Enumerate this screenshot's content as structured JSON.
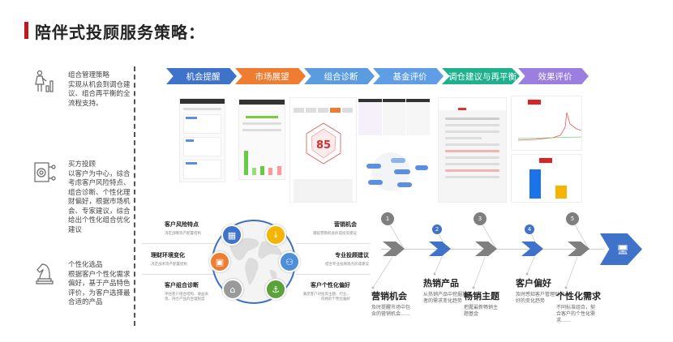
{
  "title": "陪伴式投顾服务策略：",
  "colors": {
    "accent": "#c8161d",
    "blue": "#3f72c9",
    "orange": "#ee7d31",
    "gray": "#7f7f7f"
  },
  "left_items": [
    {
      "icon": "presenter-chart-icon",
      "heading": "组合管理策略",
      "text": "实现从机会到调仓建议、组合再平衡的全流程支持。"
    },
    {
      "icon": "target-document-icon",
      "heading": "买方投顾",
      "text": "以客户为中心，综合考虑客户风险特点、组合诊断、个性化理财偏好，根据市场机会、专家建议，综合给出个性化组合优化建议"
    },
    {
      "icon": "chess-knight-icon",
      "heading": "个性化选品",
      "text": "根据客户个性化需求偏好，基于产品特色评价，为客户选择最合适的产品"
    }
  ],
  "process": [
    {
      "label": "机会提醒",
      "color": "#3f72c9"
    },
    {
      "label": "市场展望",
      "color": "#ee7d31"
    },
    {
      "label": "组合诊断",
      "color": "#5b9be0"
    },
    {
      "label": "基金评价",
      "color": "#5f9ee6"
    },
    {
      "label": "调仓建议与再平衡",
      "color": "#1fb18c"
    },
    {
      "label": "效果评价",
      "color": "#9b7fe0"
    }
  ],
  "thumbs": {
    "score": "85"
  },
  "ring": {
    "left": [
      {
        "label": "客户风险特点",
        "desc": "决定战略资产配置结构"
      },
      {
        "label": "理财环境变化",
        "desc": "决定战术资产配置结构"
      },
      {
        "label": "客户组合诊断",
        "desc": "评估客户组合结构、收益表现、持仓产品的合理程度"
      }
    ],
    "right": [
      {
        "label": "营销机会",
        "desc": "捕捉营销机会形成投资建议"
      },
      {
        "label": "专业投顾建议",
        "desc": "结合专业投顾观点形成建议"
      },
      {
        "label": "客户个性化偏好",
        "desc": "满足客户对投资主题、行业、风格的个性化偏好"
      }
    ]
  },
  "fishbone": [
    {
      "num": "1",
      "title": "营销机会",
      "desc": "及时提醒市场中包含的营销机会……"
    },
    {
      "num": "2",
      "title": "热销产品",
      "desc": "从热销产品中挖掘投资者的需求变化趋势"
    },
    {
      "num": "3",
      "title": "畅销主题",
      "desc": "把握最新畅销主题基金"
    },
    {
      "num": "4",
      "title": "客户偏好",
      "desc": "及时感知客户管理财偏好的变化趋势"
    },
    {
      "num": "5",
      "title": "个性化需求",
      "desc": "不同标准组合，契合客户的个性化需求……"
    }
  ]
}
